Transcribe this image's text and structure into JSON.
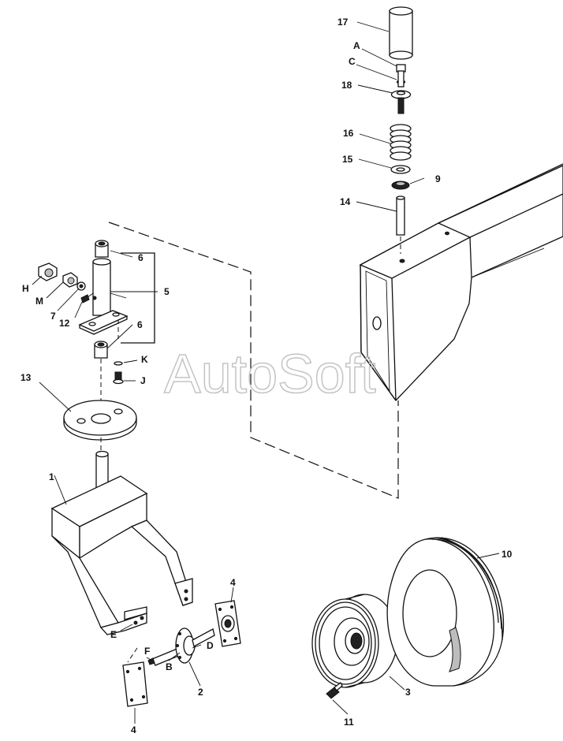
{
  "watermark": "AutoSoft",
  "labels": {
    "p17": "17",
    "pA": "A",
    "pC": "C",
    "p18": "18",
    "p16": "16",
    "p15": "15",
    "p9": "9",
    "p14": "14",
    "p6a": "6",
    "p5": "5",
    "p6b": "6",
    "pH": "H",
    "pM": "M",
    "p7": "7",
    "p12": "12",
    "pK": "K",
    "pJ": "J",
    "p13": "13",
    "p1": "1",
    "p4a": "4",
    "pE": "E",
    "pF": "F",
    "pD": "D",
    "pB": "B",
    "p2": "2",
    "p4b": "4",
    "p10": "10",
    "p3": "3",
    "p11": "11"
  }
}
